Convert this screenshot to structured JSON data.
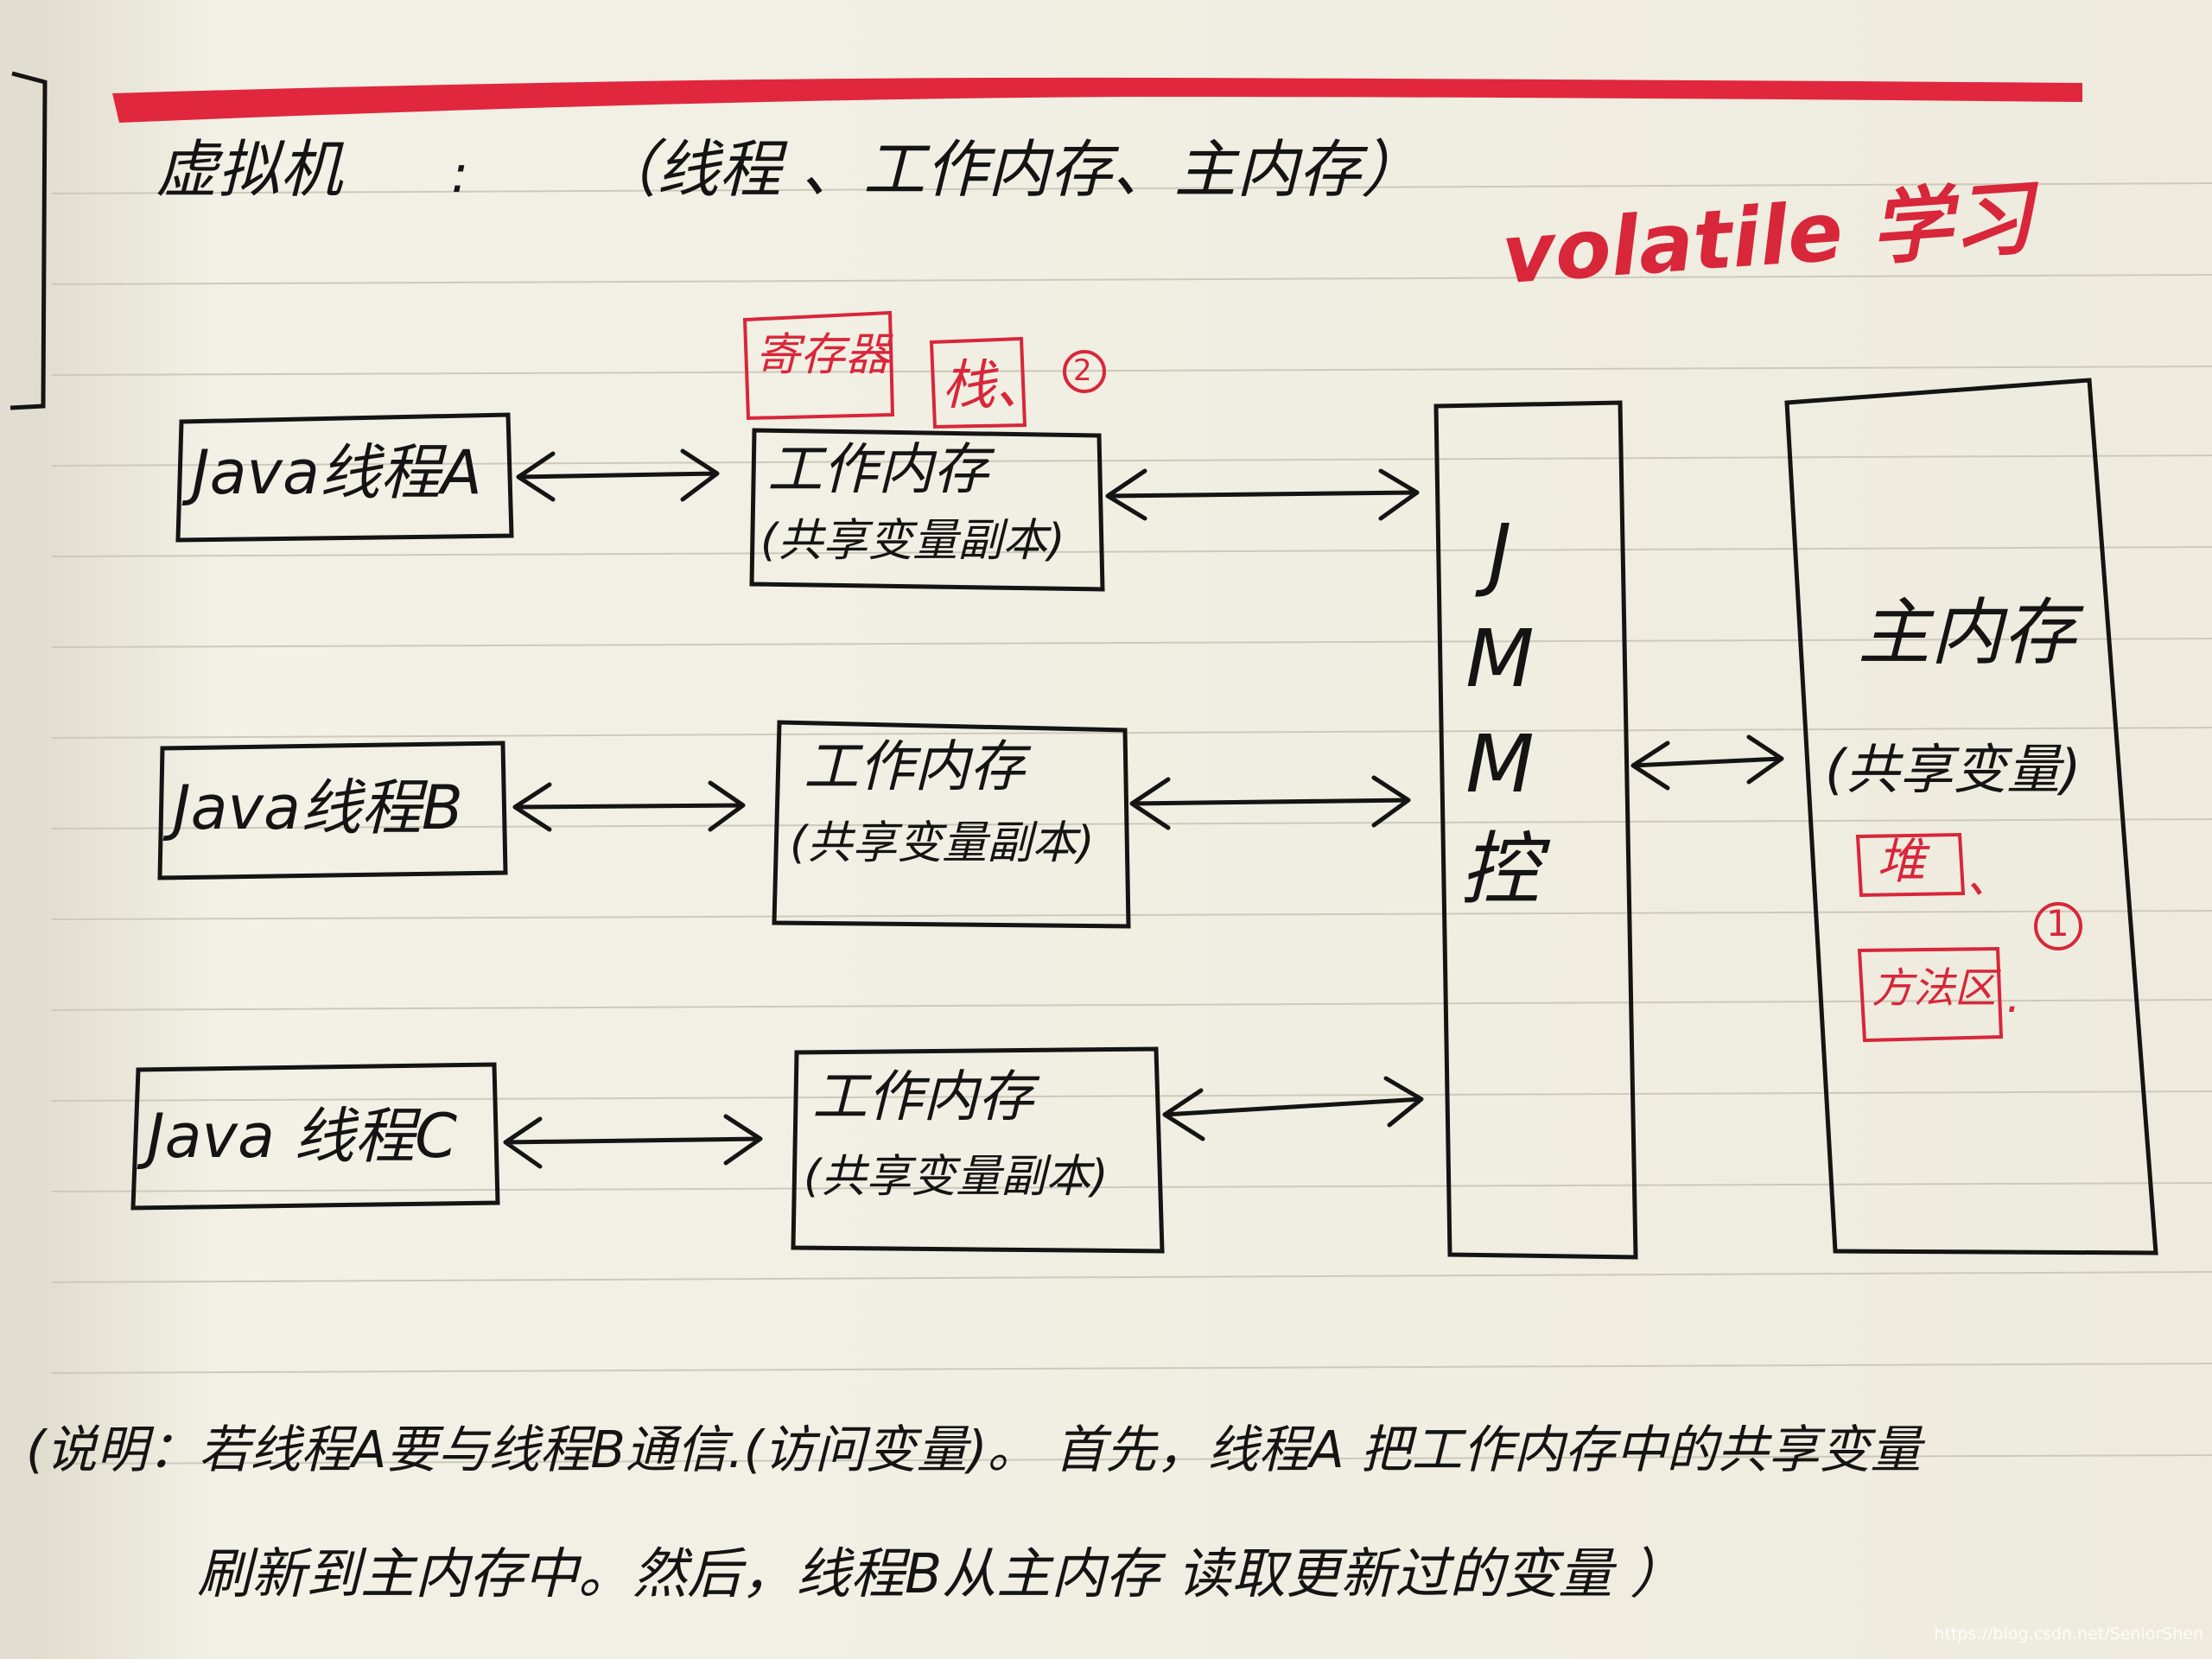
{
  "header": {
    "title": "虚拟机",
    "colon": ":",
    "subtitle": "（线程 、工作内存、主内存）",
    "topic": "volatile 学习"
  },
  "annotations": {
    "register": "寄存器",
    "stack": "栈、",
    "stack_num": "2",
    "heap": "堆",
    "heap_sep": "、",
    "method_area": "方法区",
    "method_area_dot": ".",
    "heap_num": "1"
  },
  "threads": [
    {
      "label": "Java线程A"
    },
    {
      "label": "Java线程B"
    },
    {
      "label": "Java 线程C"
    }
  ],
  "work_memory": {
    "title": "工作内存",
    "subtitle": "(共享变量副本)"
  },
  "jmm": {
    "chars": [
      "J",
      "M",
      "M",
      "控"
    ]
  },
  "main_memory": {
    "title": "主内存",
    "subtitle": "(共享变量)"
  },
  "note": {
    "line1": "(说明：若线程A要与线程B通信.(访问变量)。 首先，线程A 把工作内存中的共享变量",
    "line2": "刷新到主内存中。然后，线程B从主内存 读取更新过的变量 ）"
  },
  "watermark": "https://blog.csdn.net/SeniorShen",
  "colors": {
    "ink": "#141414",
    "red": "#d8263a",
    "paper": "#f1eee1",
    "rule": "#cdc9bb"
  }
}
